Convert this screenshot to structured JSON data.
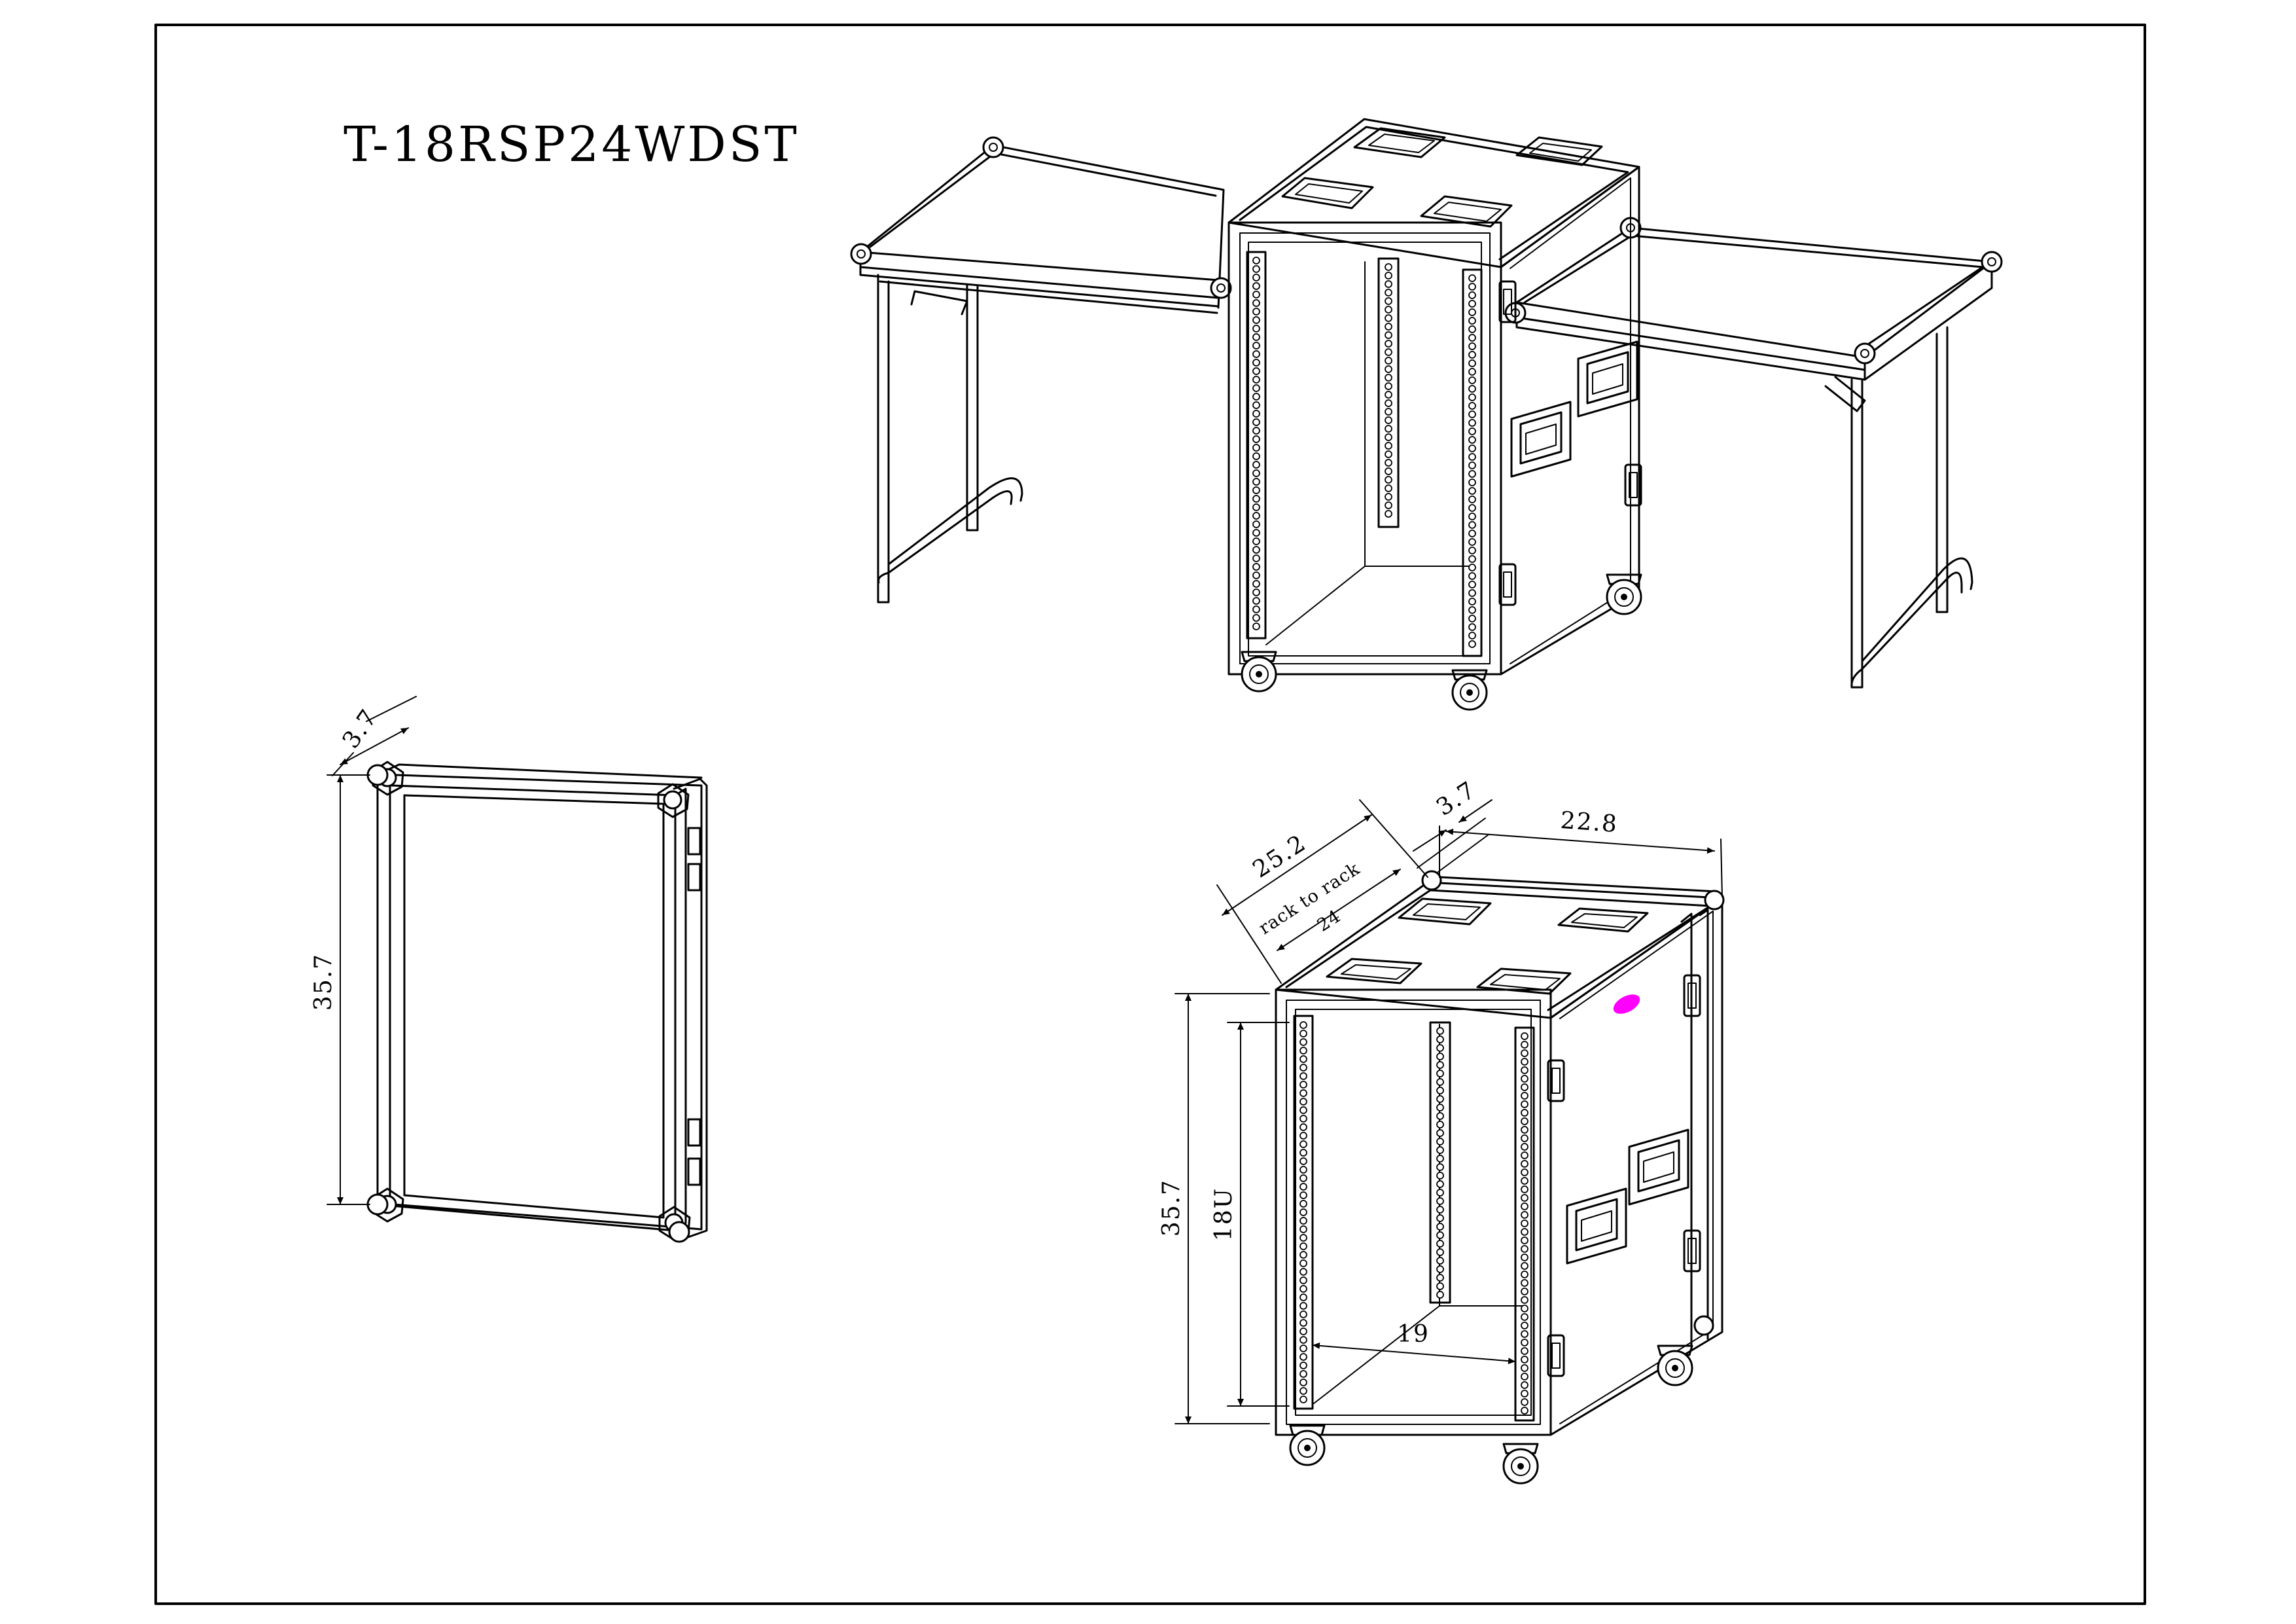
{
  "drawing": {
    "model_title": "T-18RSP24WDST",
    "panel_dims": {
      "thickness": "3.7",
      "height": "35.7"
    },
    "case_dims": {
      "depth": "25.2",
      "rack_to_rack_label": "rack to rack",
      "rack_to_rack": "24",
      "lid_thickness": "3.7",
      "width": "22.8",
      "height": "35.7",
      "rack_units": "18U",
      "rack_width": "19"
    },
    "colors": {
      "line": "#000000",
      "paper": "#ffffff",
      "marker": "#ff00ff"
    }
  }
}
